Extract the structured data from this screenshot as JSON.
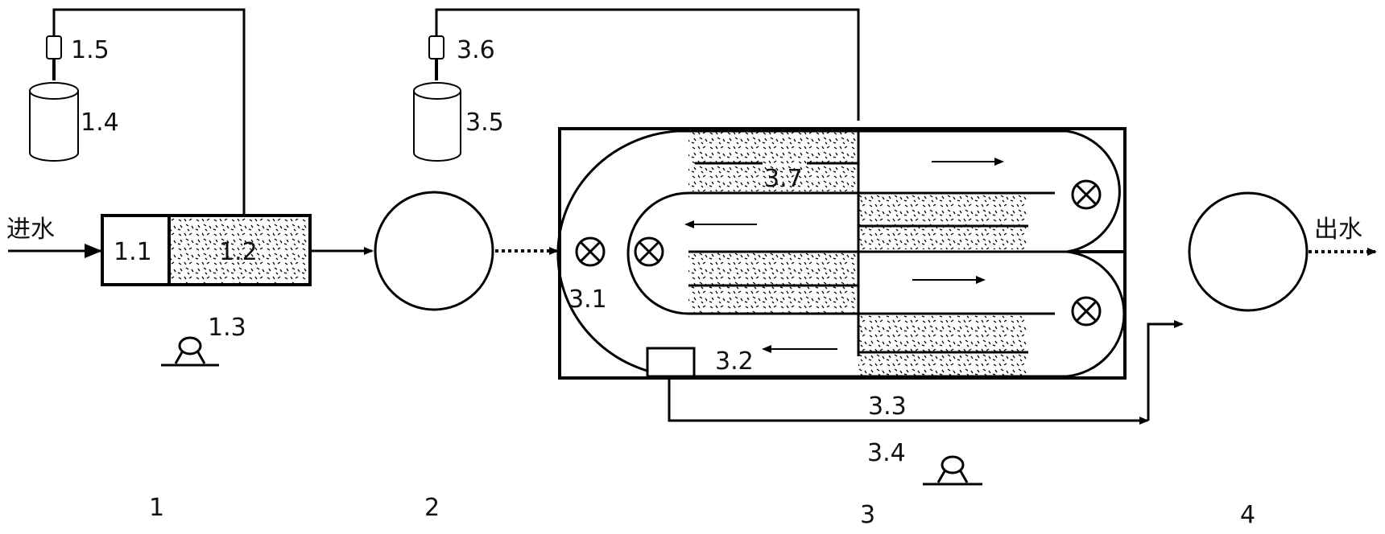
{
  "labels": {
    "inflow": "进水",
    "outflow": "出水",
    "l1_1": "1.1",
    "l1_2": "1.2",
    "l1_3": "1.3",
    "l1_4": "1.4",
    "l1_5": "1.5",
    "l3_1": "3.1",
    "l3_2": "3.2",
    "l3_3": "3.3",
    "l3_4": "3.4",
    "l3_5": "3.5",
    "l3_6": "3.6",
    "l3_7": "3.7",
    "unit1": "1",
    "unit2": "2",
    "unit3": "3",
    "unit4": "4"
  }
}
